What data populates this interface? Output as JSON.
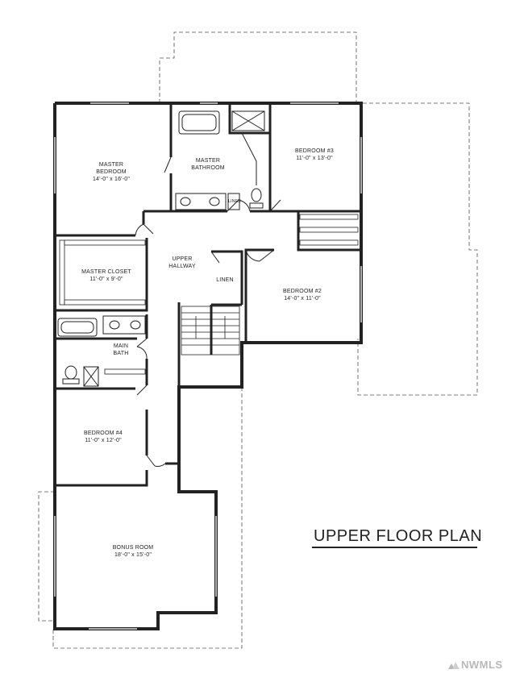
{
  "title": "UPPER FLOOR PLAN",
  "watermark": "NWMLS",
  "rooms": {
    "master_bedroom": {
      "name_line1": "MASTER",
      "name_line2": "BEDROOM",
      "dims": "14'-0\" x 16'-0\""
    },
    "master_bathroom": {
      "name_line1": "MASTER",
      "name_line2": "BATHROOM"
    },
    "bedroom3": {
      "name": "BEDROOM #3",
      "dims": "11'-0\" x 13'-0\""
    },
    "linen_master": {
      "name": "LINEN"
    },
    "master_closet": {
      "name": "MASTER CLOSET",
      "dims": "11'-0\" x 9'-0\""
    },
    "upper_hallway": {
      "name_line1": "UPPER",
      "name_line2": "HALLWAY"
    },
    "linen_hall": {
      "name": "LINEN"
    },
    "bedroom2": {
      "name": "BEDROOM #2",
      "dims": "14'-0\" x 11'-0\""
    },
    "main_bath": {
      "name_line1": "MAIN",
      "name_line2": "BATH"
    },
    "bedroom4": {
      "name": "BEDROOM #4",
      "dims": "11'-0\" x 12'-0\""
    },
    "bonus_room": {
      "name": "BONUS ROOM",
      "dims": "18'-0\" x 15'-0\""
    }
  },
  "colors": {
    "wall": "#222222",
    "dashed": "#555555",
    "watermark": "#b8b8b8"
  }
}
